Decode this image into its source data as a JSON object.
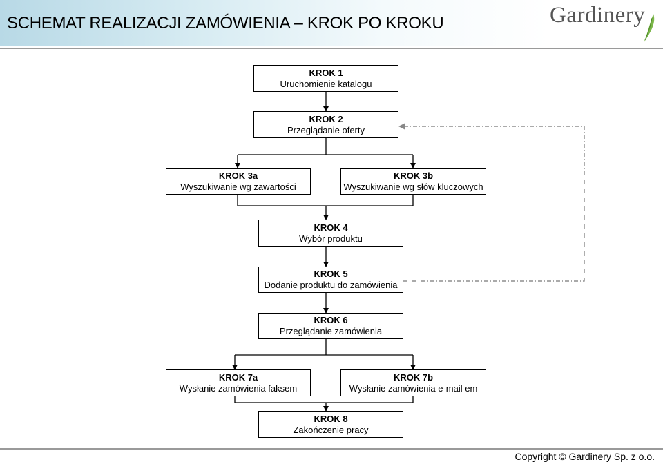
{
  "header": {
    "title": "SCHEMAT REALIZACJI ZAMÓWIENIA – KROK PO KROKU",
    "logo_text": "Gardinery"
  },
  "steps": {
    "s1": {
      "step": "KROK 1",
      "label": "Uruchomienie katalogu"
    },
    "s2": {
      "step": "KROK 2",
      "label": "Przeglądanie oferty"
    },
    "s3a": {
      "step": "KROK 3a",
      "label": "Wyszukiwanie wg zawartości"
    },
    "s3b": {
      "step": "KROK 3b",
      "label": "Wyszukiwanie wg słów kluczowych"
    },
    "s4": {
      "step": "KROK 4",
      "label": "Wybór produktu"
    },
    "s5": {
      "step": "KROK 5",
      "label": "Dodanie produktu do zamówienia"
    },
    "s6": {
      "step": "KROK 6",
      "label": "Przeglądanie zamówienia"
    },
    "s7a": {
      "step": "KROK 7a",
      "label": "Wysłanie zamówienia faksem"
    },
    "s7b": {
      "step": "KROK 7b",
      "label": "Wysłanie zamówienia e-mail em"
    },
    "s8": {
      "step": "KROK 8",
      "label": "Zakończenie pracy"
    }
  },
  "footer": {
    "copyright": "Copyright © Gardinery Sp. z o.o."
  },
  "colors": {
    "header_gradient_start": "#b8d9e6",
    "logo_text": "#555555",
    "logo_leaf": "#7ab648",
    "rule": "#9a9a9a",
    "dashed_connector": "#777777"
  },
  "icons": {
    "logo": "leaf-swoosh-icon"
  }
}
